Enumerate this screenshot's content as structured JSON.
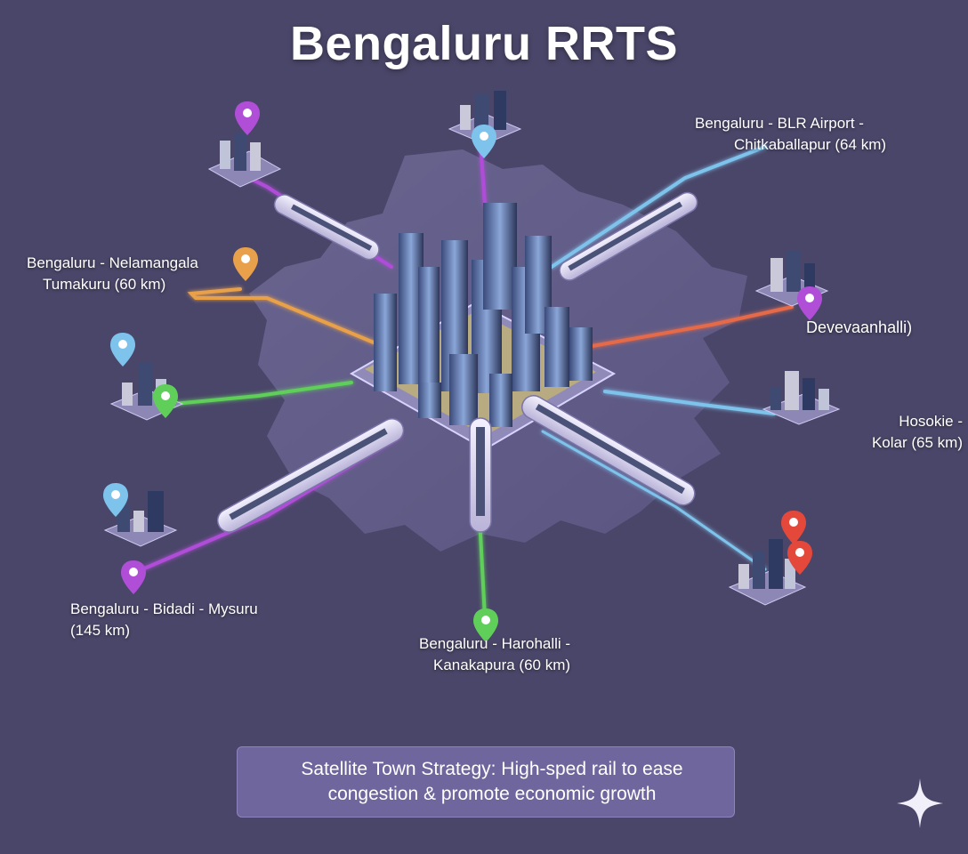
{
  "title": "Bengaluru RRTS",
  "routes": [
    {
      "id": "airport",
      "lines": [
        "Bengaluru - BLR Airport -",
        "Chitkaballapur (64 km)"
      ],
      "color": "#7ec3ec"
    },
    {
      "id": "tumakuru",
      "lines": [
        "Bengaluru - Nelamangala",
        "Tumakuru (60 km)"
      ],
      "color": "#e8a04a"
    },
    {
      "id": "devanahalli",
      "lines": [
        "Devevaanhalli)"
      ],
      "color": "#e46a4a"
    },
    {
      "id": "kolar",
      "lines": [
        "Hosokie -",
        "Kolar (65 km)"
      ],
      "color": "#7ec3ec"
    },
    {
      "id": "mysuru",
      "lines": [
        "Bengaluru - Bidadi - Mysuru",
        "(145 km)"
      ],
      "color": "#b04ed8"
    },
    {
      "id": "kanakapura",
      "lines": [
        "Bengaluru - Harohalli -",
        "Kanakapura (60 km)"
      ],
      "color": "#5fcf5a"
    }
  ],
  "caption": {
    "lines": [
      "Satellite Town Strategy: High-sped rail to ease",
      "congestion & promote economic growth"
    ]
  },
  "colors": {
    "background": "#4a4669",
    "purple": "#b04ed8",
    "orange": "#e8a04a",
    "green": "#5fcf5a",
    "blue": "#7ec3ec",
    "red": "#e46a4a"
  },
  "icons": [
    "map-pin-icon",
    "train-icon",
    "building-icon",
    "sparkle-icon"
  ]
}
